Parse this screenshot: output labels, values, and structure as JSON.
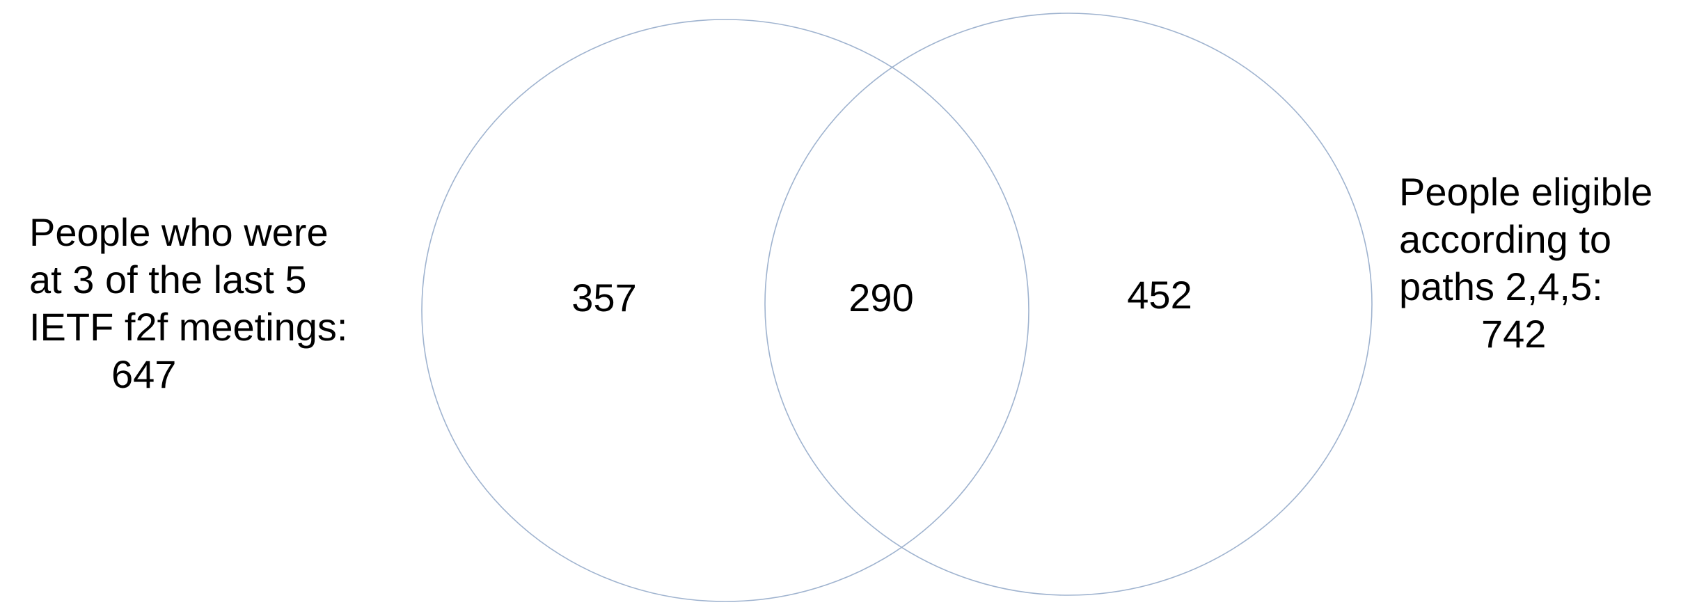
{
  "sets": {
    "left": {
      "label_lines": [
        "People who were",
        "at 3 of the last 5",
        "IETF f2f meetings:"
      ],
      "total": "647"
    },
    "right": {
      "label_lines": [
        "People eligible",
        "according to",
        "paths 2,4,5:"
      ],
      "total": "742"
    }
  },
  "regions": {
    "left_only": "357",
    "overlap": "290",
    "right_only": "452"
  },
  "colors": {
    "circle_stroke": "#9fb3cf",
    "text": "#000000",
    "background": "#ffffff"
  }
}
